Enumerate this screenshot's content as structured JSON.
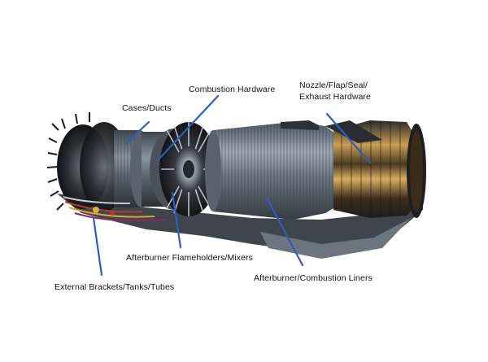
{
  "labels": {
    "cases_ducts": "Cases/Ducts",
    "combustion_hardware": "Combustion Hardware",
    "nozzle_line1": "Nozzle/Flap/Seal/",
    "nozzle_line2": "Exhaust Hardware",
    "afterburner_flameholders": "Afterburner Flameholders/Mixers",
    "afterburner_liners": "Afterburner/Combustion Liners",
    "external_brackets": "External Brackets/Tanks/Tubes"
  },
  "colors": {
    "leader_line": "#2f5dbd",
    "casing": "#56606b",
    "liner": "#7d8894",
    "exhaust_gold": "#b08a45",
    "background": "#ffffff"
  },
  "icons": {
    "engine": "turbofan-cutaway"
  }
}
